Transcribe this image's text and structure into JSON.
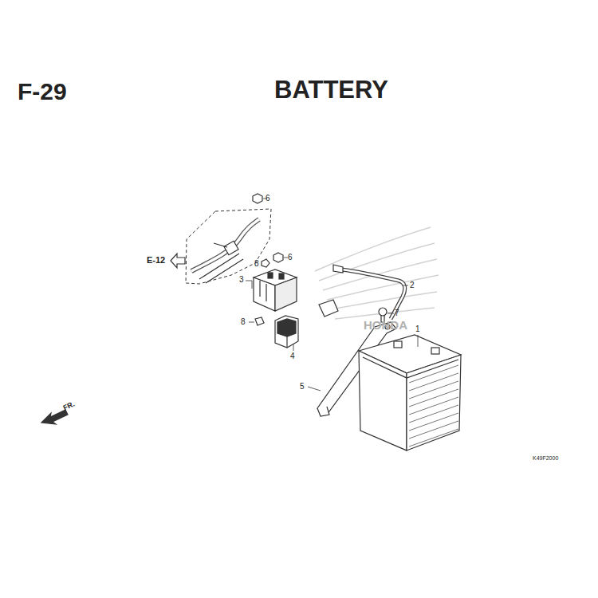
{
  "diagram": {
    "title": "BATTERY",
    "labels": [
      "F-29",
      "E-12",
      "6",
      "8",
      "6",
      "3",
      "2",
      "7",
      "8",
      "1",
      "4",
      "5",
      "FR.",
      "HONDA",
      "K49F2000"
    ]
  }
}
